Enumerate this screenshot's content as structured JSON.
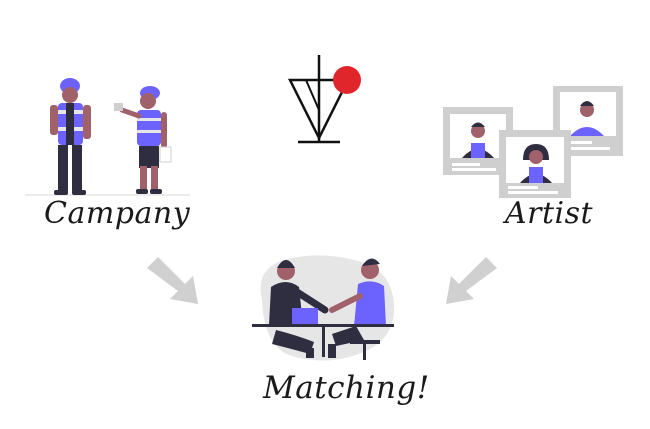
{
  "labels": {
    "company": "Campany",
    "artist": "Artist",
    "matching": "Matching!"
  },
  "colors": {
    "accent": "#6c63ff",
    "logo_dot": "#e0262b",
    "arrow": "#d0d0d0",
    "frame": "#cfcfcf",
    "dark": "#2f2e41",
    "skin_dark": "#a0616a",
    "blob": "#e6e6e6"
  },
  "icons": {
    "center_logo": "trident-logo-icon",
    "left_arrow": "arrow-down-right-icon",
    "right_arrow": "arrow-down-left-icon"
  }
}
